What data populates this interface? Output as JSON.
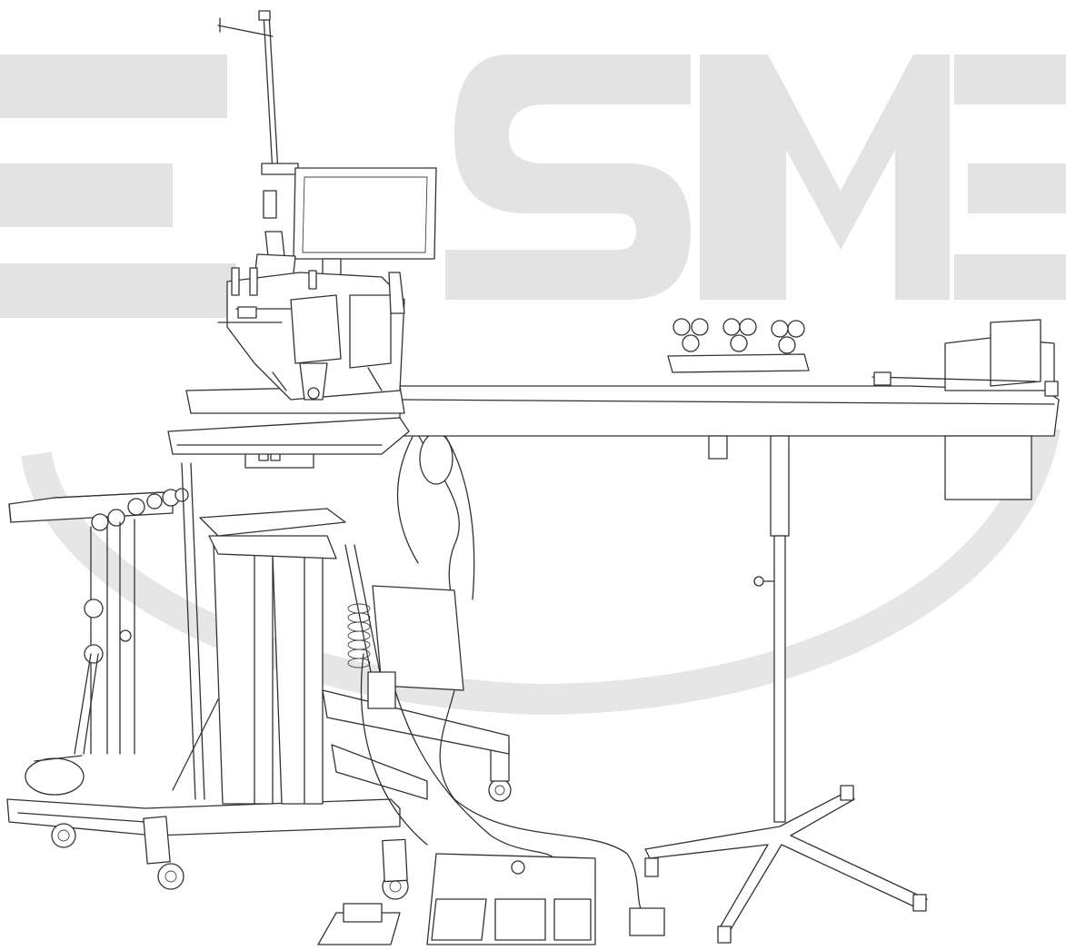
{
  "image": {
    "subject": "surgical-microscope-workstation-line-drawing",
    "style": "black line art on white"
  },
  "watermark": {
    "text": "SM",
    "color": "#e3e3e3"
  },
  "colors": {
    "line": "#333333",
    "background": "#ffffff"
  }
}
